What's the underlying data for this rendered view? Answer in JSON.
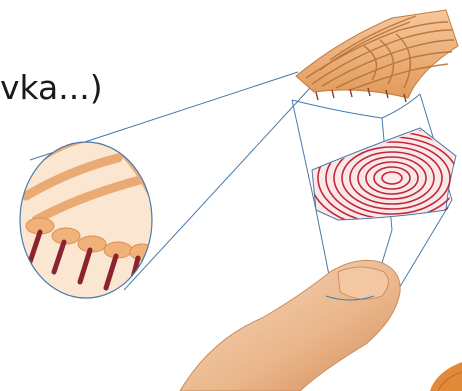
{
  "caption": {
    "text": "vka...)"
  },
  "colors": {
    "skin_light": "#f4cfa6",
    "skin_mid": "#e8a46a",
    "ridge": "#c9762f",
    "print_red": "#c0283a",
    "outline": "#4a7aa8",
    "background": "#ffffff"
  },
  "icons": [
    "fingertip-illustration",
    "magnified-circle",
    "skin-block",
    "fingerprint-pattern"
  ]
}
